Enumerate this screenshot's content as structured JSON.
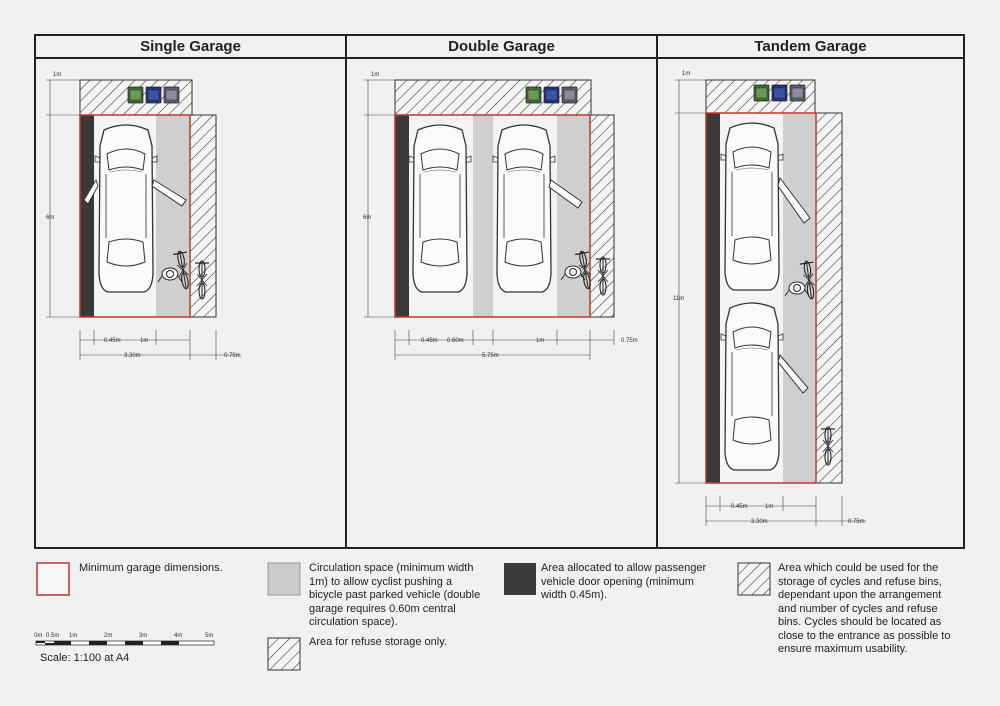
{
  "titles": {
    "single": "Single Garage",
    "double": "Double Garage",
    "tandem": "Tandem Garage"
  },
  "dims": {
    "single": {
      "top": "1m",
      "height": "6m",
      "door": "0.45m",
      "circ": "1m",
      "width": "3.30m",
      "extra": "0.75m"
    },
    "double": {
      "top": "1m",
      "height": "6m",
      "door": "0.45m",
      "central": "0.60m",
      "circ": "1m",
      "width": "5.75m",
      "extra": "0.75m"
    },
    "tandem": {
      "top": "1m",
      "height": "11m",
      "door": "0.45m",
      "circ": "1m",
      "width": "3.30m",
      "extra": "0.75m"
    }
  },
  "legend": {
    "min_dims": "Minimum garage dimensions.",
    "circulation": [
      "Circulation space (minimum width",
      "1m) to allow cyclist pushing a",
      "bicycle past parked vehicle (double",
      "garage requires 0.60m central",
      "circulation space)."
    ],
    "door": [
      "Area allocated to allow passenger",
      "vehicle door opening (minimum",
      "width 0.45m)."
    ],
    "storage": [
      "Area which could be used for the",
      "storage of cycles and refuse bins,",
      "dependant upon the arrangement",
      "and number of cycles and refuse",
      "bins. Cycles should be located as",
      "close to the entrance as possible to",
      "ensure maximum usability."
    ],
    "refuse": "Area for refuse storage only."
  },
  "scale": {
    "ticks": [
      "0m",
      "0.5m",
      "1m",
      "2m",
      "3m",
      "4m",
      "5m"
    ],
    "label": "Scale: 1:100 at A4"
  },
  "colors": {
    "outline": "#c0392b",
    "circulation": "#cccccc",
    "door": "#3a3a3a",
    "bin_green": "#4a7a3a",
    "bin_blue": "#2c3e8c",
    "bin_grey": "#707080"
  }
}
